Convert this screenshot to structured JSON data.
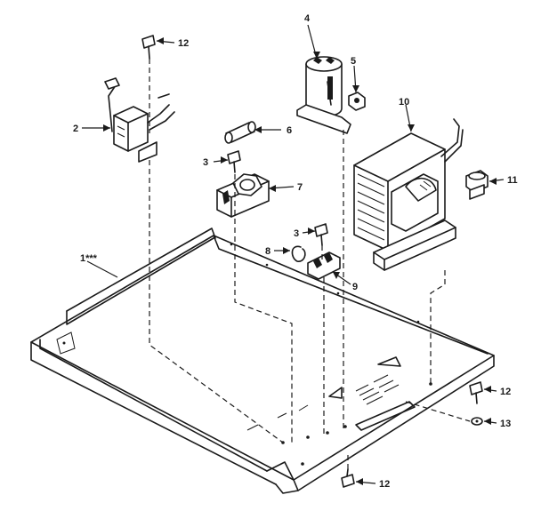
{
  "callouts": {
    "c1": "1***",
    "c2": "2",
    "c3a": "3",
    "c3b": "3",
    "c4": "4",
    "c5": "5",
    "c6": "6",
    "c7": "7",
    "c8": "8",
    "c9": "9",
    "c10": "10",
    "c11": "11",
    "c12a": "12",
    "c12b": "12",
    "c12c": "12",
    "c13": "13"
  },
  "colors": {
    "ink": "#1a1a1a",
    "paper": "#ffffff"
  }
}
